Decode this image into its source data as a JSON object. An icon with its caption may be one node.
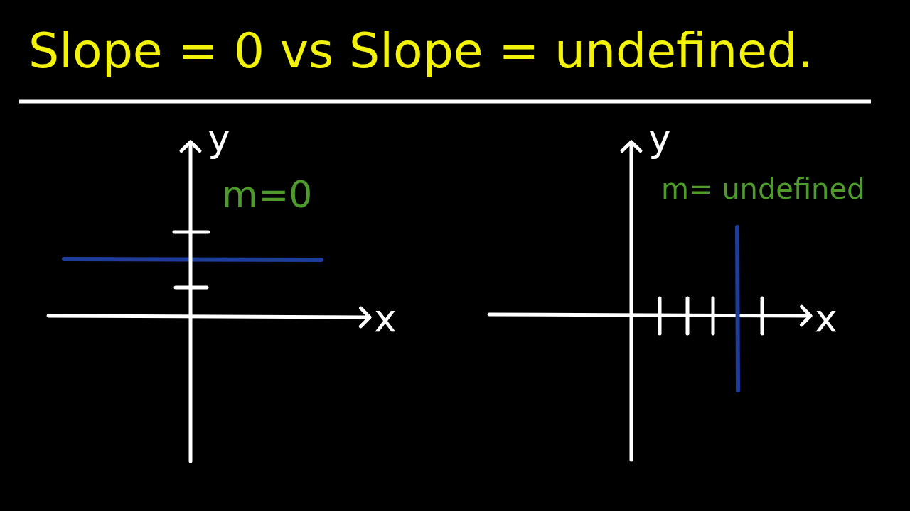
{
  "diagram": {
    "title": "Slope = 0 vs Slope = undefined.",
    "labels": [
      "y",
      "m=0",
      "x",
      "y",
      "m= undefined",
      "x"
    ]
  }
}
